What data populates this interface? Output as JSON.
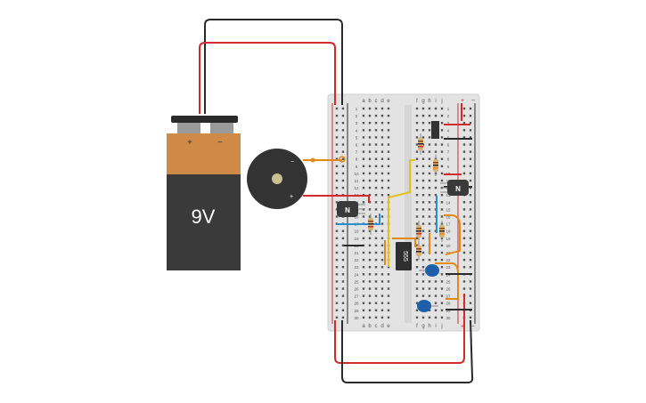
{
  "battery": {
    "label": "9V",
    "plus": "+",
    "minus": "−",
    "colors": {
      "top": "#d08a48",
      "body": "#3a3a3a",
      "cap": "#2b2b2b"
    }
  },
  "buzzer": {
    "plus": "+",
    "minus": "−"
  },
  "breadboard": {
    "rows": 30,
    "col_letters_left": [
      "a",
      "b",
      "c",
      "d",
      "e"
    ],
    "col_letters_right": [
      "f",
      "g",
      "h",
      "i",
      "j"
    ],
    "rail_plus": "+",
    "rail_minus": "−"
  },
  "chip": {
    "label": "555"
  },
  "transistors": [
    {
      "label": "N"
    },
    {
      "label": "N"
    }
  ],
  "wire_colors": {
    "red": "#d22b2b",
    "black": "#2a2a2a",
    "orange": "#e08a1a",
    "yellow": "#e6c01a",
    "blue": "#2a8fd0"
  }
}
